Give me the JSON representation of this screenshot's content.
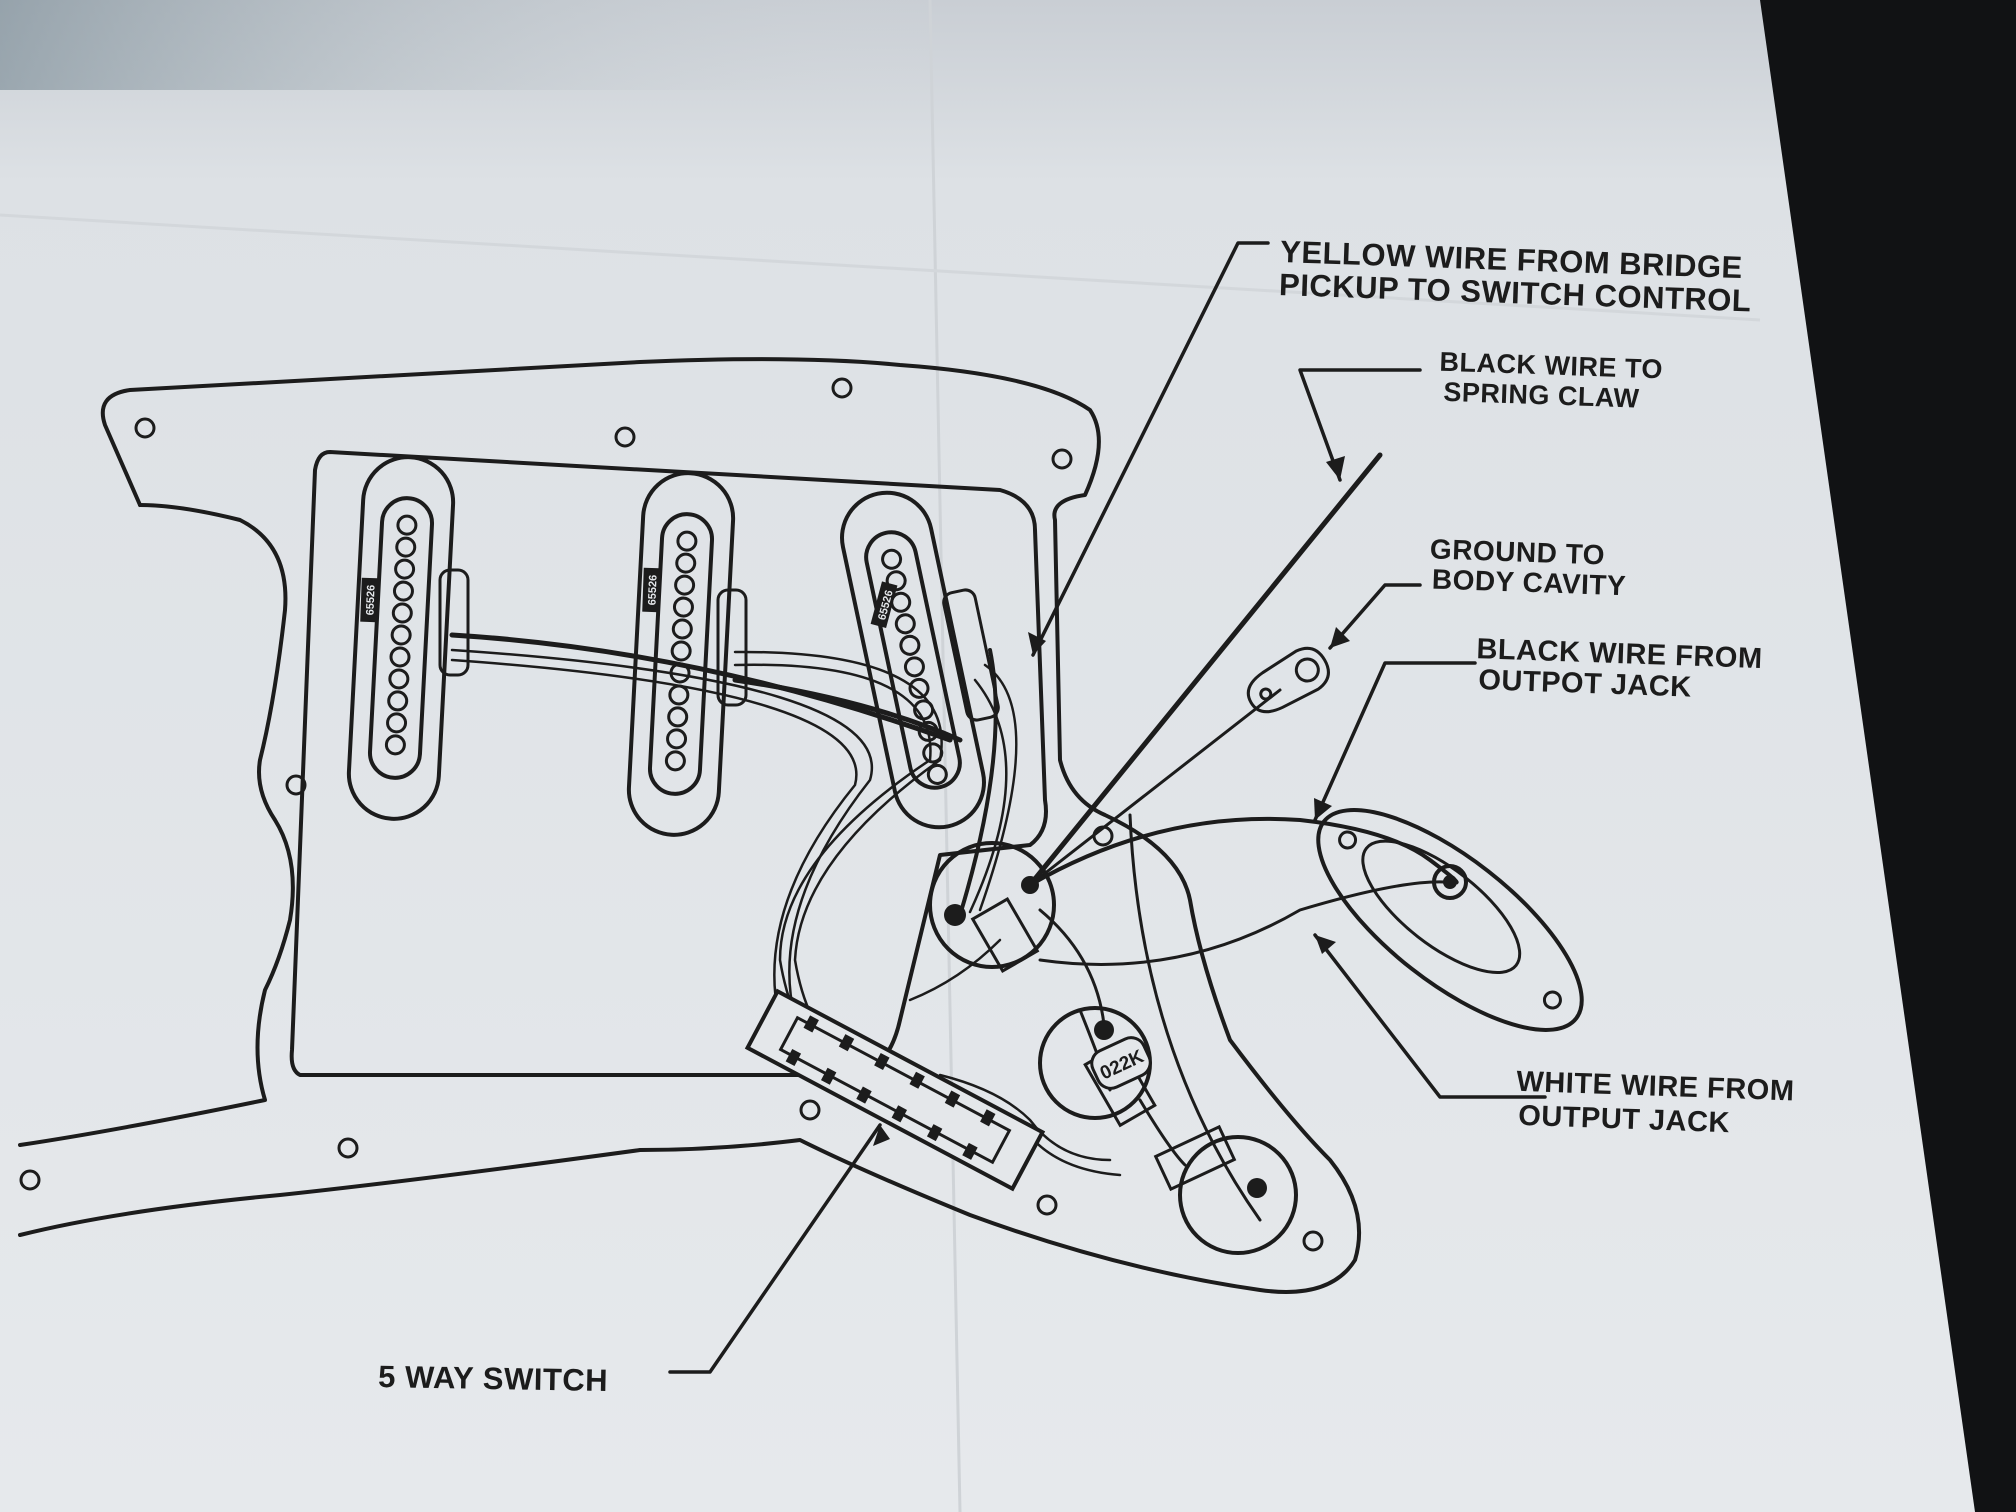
{
  "diagram": {
    "callouts": {
      "yellow_wire": [
        "YELLOW WIRE FROM BRIDGE",
        "PICKUP TO SWITCH CONTROL"
      ],
      "black_wire_claw": [
        "BLACK WIRE TO",
        "SPRING CLAW"
      ],
      "ground": [
        "GROUND TO",
        "BODY CAVITY"
      ],
      "black_wire_jack": [
        "BLACK WIRE FROM",
        "OUTPOT JACK"
      ],
      "white_wire_jack": [
        "WHITE WIRE FROM",
        "OUTPUT JACK"
      ],
      "five_way_switch": "5 WAY SWITCH"
    },
    "pickup_labels": [
      "65526",
      "65526",
      "65526"
    ],
    "capacitor_label": "022K",
    "colors": {
      "paper": "#e4e7ea",
      "ink": "#1c1c1c",
      "background": "#111214"
    }
  }
}
